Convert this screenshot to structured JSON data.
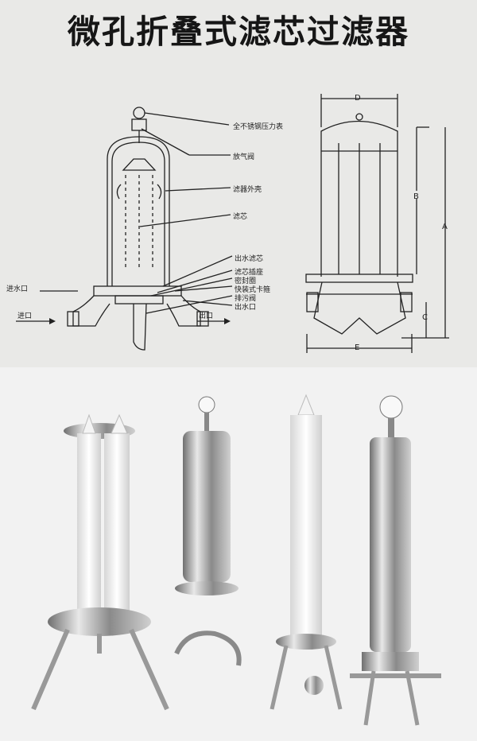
{
  "title": "微孔折叠式滤芯过滤器",
  "labels": {
    "gauge": "全不锈钢压力表",
    "vent": "放气阀",
    "housing": "滤器外壳",
    "element": "滤芯",
    "outlet_element": "出水滤芯",
    "element_seat": "滤芯插座",
    "seal_ring": "密封圈",
    "clamp": "快装式卡箍",
    "drain": "排污阀",
    "outlet_port": "出水口",
    "inlet_port": "进水口",
    "inlet_arrow": "进口",
    "outlet_arrow": "出口"
  },
  "dims": {
    "a": "A",
    "b": "B",
    "c": "C",
    "d": "D",
    "e": "E"
  }
}
